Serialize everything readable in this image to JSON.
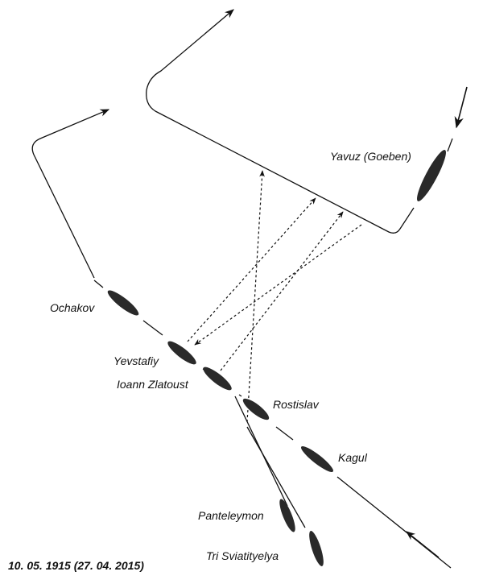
{
  "date_caption": "10. 05. 1915 (27. 04. 2015)",
  "ships": {
    "yavuz": "Yavuz (Goeben)",
    "ochakov": "Ochakov",
    "yevstafiy": "Yevstafiy",
    "ioann": "Ioann Zlatoust",
    "rostislav": "Rostislav",
    "kagul": "Kagul",
    "panteleymon": "Panteleymon",
    "tri": "Tri Sviatityelya"
  },
  "colors": {
    "ink": "#111111",
    "ship": "#2a2a2a"
  }
}
